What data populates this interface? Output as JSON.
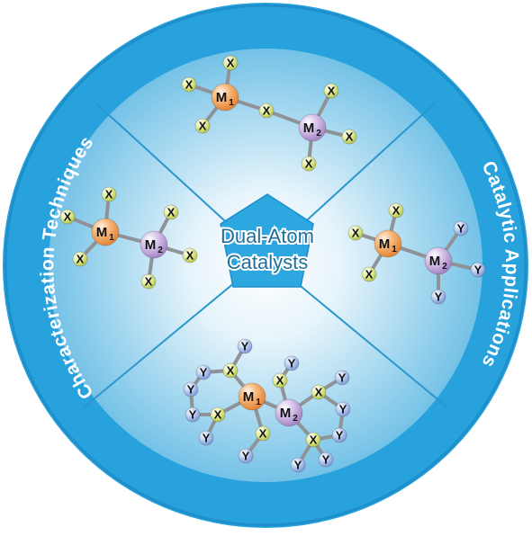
{
  "title_line1": "Dual-Atom",
  "title_line2": "Catalysts",
  "ring_left": "Characterization  Techniques",
  "ring_right": "Catalytic Applications",
  "labels": {
    "metal1": "M",
    "metal1_sub": "1",
    "metal2": "M",
    "metal2_sub": "2",
    "ligand_x": "X",
    "ligand_y": "Y"
  },
  "colors": {
    "ring": "#29a3dc",
    "ring_dark": "#1b8fc9",
    "inner_center": "#ffffff",
    "inner_edge": "#6fc0e6",
    "divider": "#2b97cf",
    "pentagon": "#2ca7df",
    "metal1": "#f6a15a",
    "metal2": "#c3a8da",
    "ligand_x": "#dbe77a",
    "ligand_y": "#9db7ea",
    "bond": "#8f9296"
  }
}
